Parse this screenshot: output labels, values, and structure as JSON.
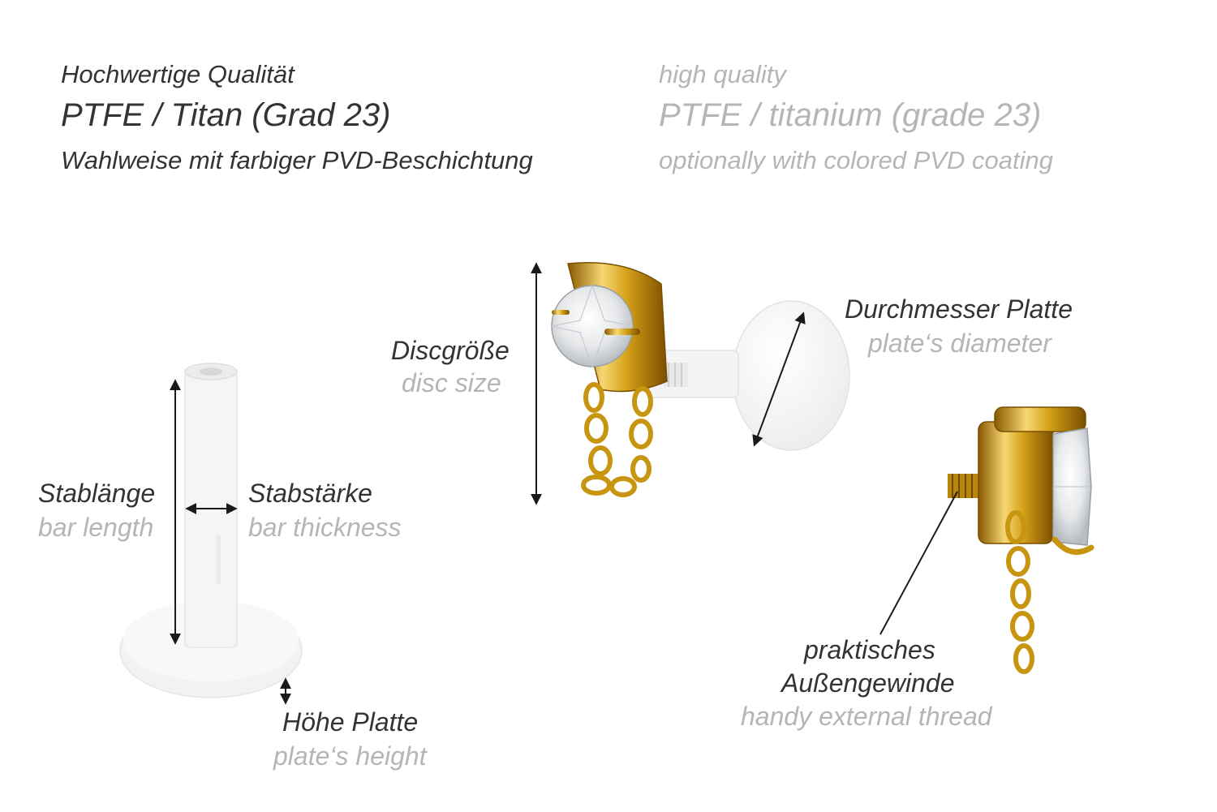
{
  "header": {
    "de": {
      "line1": "Hochwertige Qualität",
      "line2": "PTFE / Titan (Grad 23)",
      "line3": "Wahlweise mit farbiger PVD-Beschichtung"
    },
    "en": {
      "line1": "high quality",
      "line2": "PTFE / titanium (grade 23)",
      "line3": "optionally with colored PVD coating"
    }
  },
  "labels": {
    "bar_length": {
      "de": "Stablänge",
      "en": "bar length"
    },
    "bar_thickness": {
      "de": "Stabstärke",
      "en": "bar thickness"
    },
    "plate_height": {
      "de": "Höhe Platte",
      "en": "plate‘s height"
    },
    "disc_size": {
      "de": "Discgröße",
      "en": "disc size"
    },
    "plate_diameter": {
      "de": "Durchmesser Platte",
      "en": "plate‘s diameter"
    },
    "external_thread": {
      "de1": "praktisches",
      "de2": "Außengewinde",
      "en": "handy external thread"
    }
  },
  "colors": {
    "text_dark": "#333333",
    "text_light": "#b5b5b5",
    "gold": "#d4a017",
    "ptfe": "#f4f4f4"
  }
}
